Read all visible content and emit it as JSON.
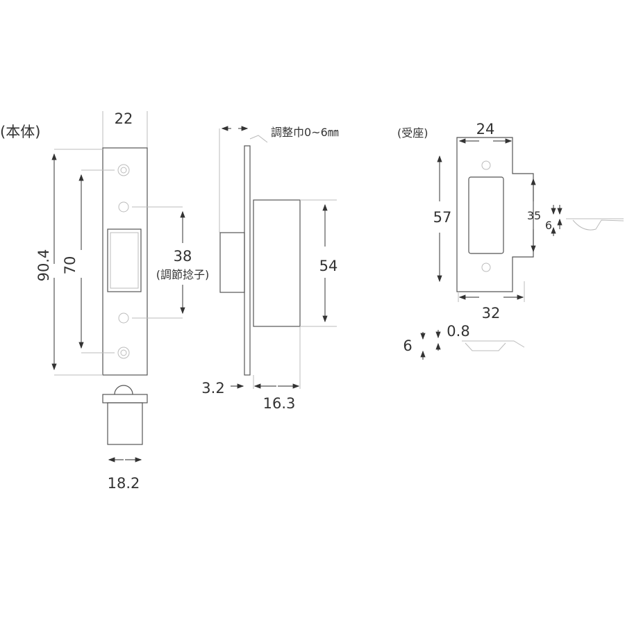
{
  "body_view": {
    "title": "(本体)",
    "width": "22",
    "total_height": "90.4",
    "screw_pitch": "70",
    "adjust_range": "38",
    "adjust_note": "(調節捻子)",
    "bolt_width": "18.2"
  },
  "side_view": {
    "adjust_label": "調整巾0~6㎜",
    "case_height": "54",
    "plate_thickness": "3.2",
    "case_depth": "16.3"
  },
  "strike_view": {
    "title": "(受座)",
    "width": "24",
    "height": "57",
    "lip_height": "35",
    "lip_depth": "6",
    "total_width": "32",
    "profile_depth": "6",
    "thickness": "0.8"
  }
}
